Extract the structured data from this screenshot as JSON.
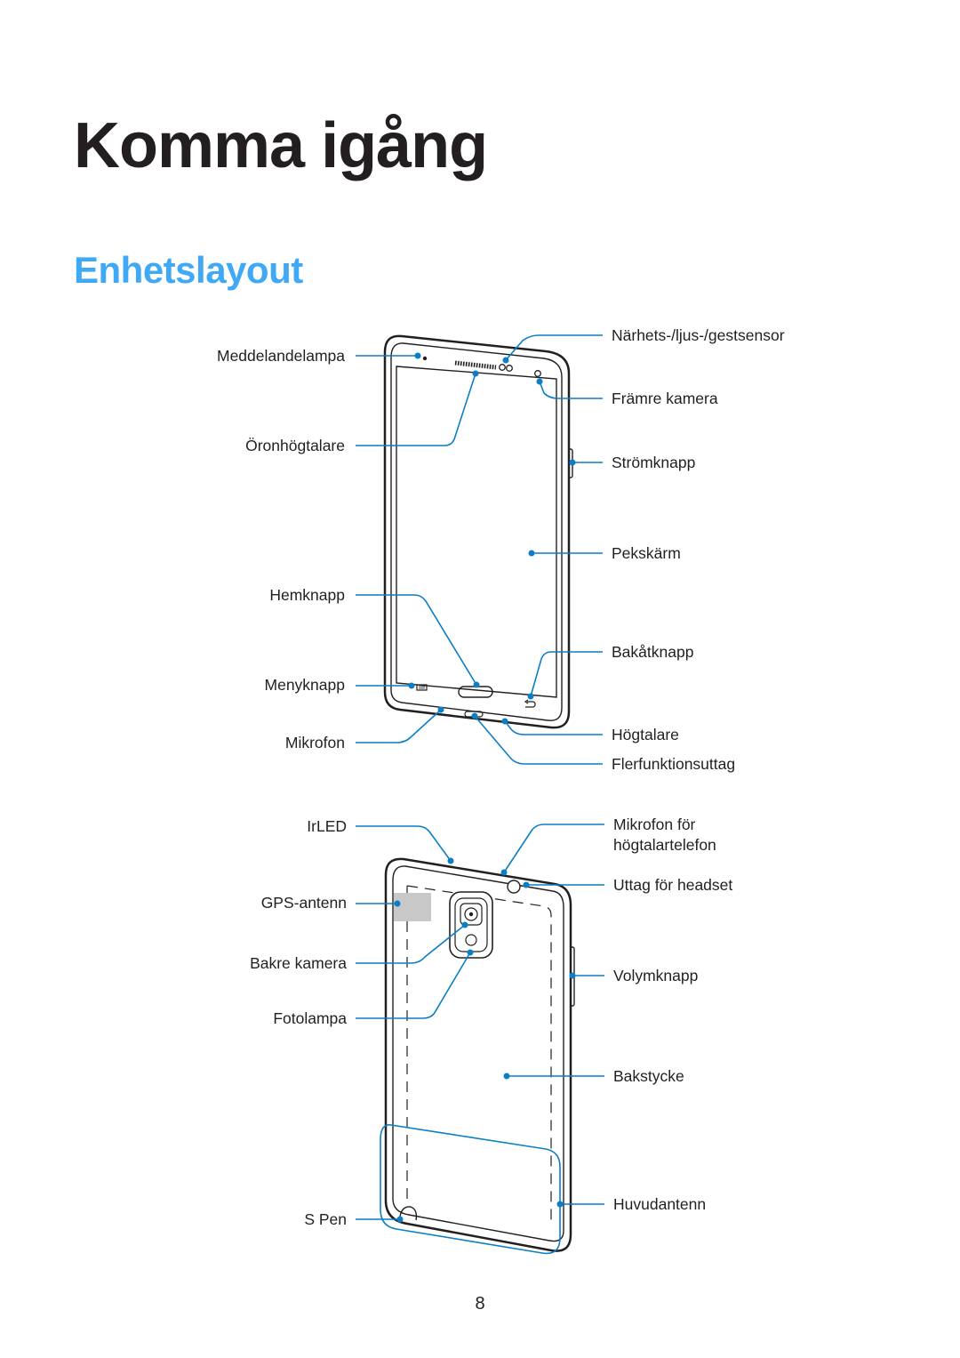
{
  "page": {
    "chapter_title": "Komma igång",
    "section_title": "Enhetslayout",
    "page_number": "8"
  },
  "front_labels": {
    "notification_light": "Meddelandelampa",
    "earpiece": "Öronhögtalare",
    "home_key": "Hemknapp",
    "menu_key": "Menyknapp",
    "microphone": "Mikrofon",
    "proximity_sensor": "Närhets-/ljus-/gestsensor",
    "front_camera": "Främre kamera",
    "power_key": "Strömknapp",
    "touchscreen": "Pekskärm",
    "back_key": "Bakåtknapp",
    "speaker": "Högtalare",
    "multipurpose_jack": "Flerfunktionsuttag"
  },
  "back_labels": {
    "irled": "IrLED",
    "gps_antenna": "GPS-antenn",
    "rear_camera": "Bakre kamera",
    "flash": "Fotolampa",
    "s_pen": "S Pen",
    "speakerphone_mic_line1": "Mikrofon för",
    "speakerphone_mic_line2": "högtalartelefon",
    "headset_jack": "Uttag för headset",
    "volume_key": "Volymknapp",
    "back_cover": "Bakstycke",
    "main_antenna": "Huvudantenn"
  },
  "colors": {
    "accent": "#3fa9f5",
    "callout": "#0b7fc5",
    "text": "#231f20"
  }
}
